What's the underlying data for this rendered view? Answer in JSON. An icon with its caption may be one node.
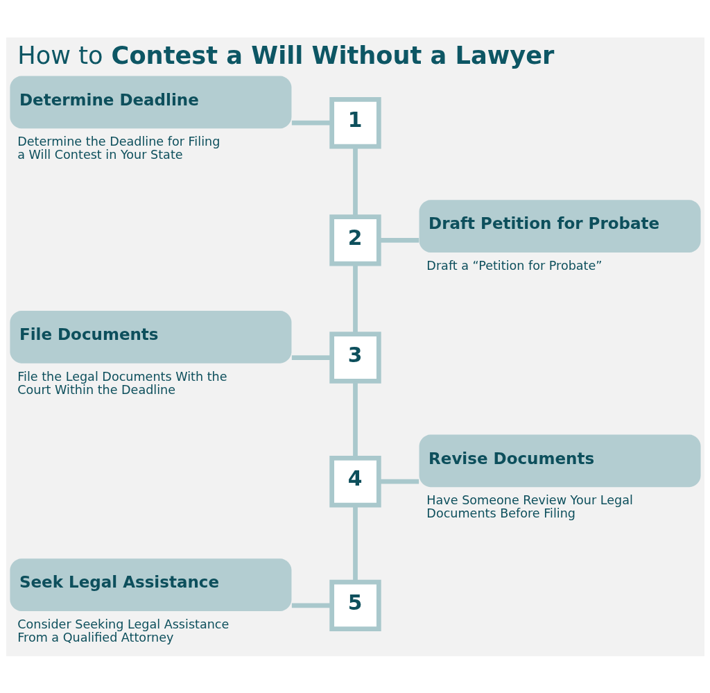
{
  "diagram": {
    "title": "How to **Contest a Will Without a Lawyer**",
    "nodes": [
      {
        "text": [
          "Determine Deadline"
        ],
        "beside": [
          "Determine the Deadline for Filing a Will Contest in Your State"
        ]
      },
      {
        "text": [
          "1"
        ]
      },
      {
        "text": [
          "2"
        ]
      },
      {
        "text": [
          "Draft Petition for Probate"
        ],
        "beside": [
          "Draft a “Petition for Probate”"
        ]
      },
      {
        "text": [
          "File Documents"
        ],
        "beside": [
          "File the Legal Documents With the Court Within the Deadline"
        ]
      },
      {
        "text": [
          "3"
        ]
      },
      {
        "text": [
          "4"
        ]
      },
      {
        "text": [
          "Revise Documents"
        ],
        "beside": [
          "Have Someone Review Your Legal Documents Before Filing"
        ]
      },
      {
        "text": [
          "Seek Legal Assistance"
        ],
        "beside": [
          "Consider Seeking Legal Assistance From a Qualified Attorney"
        ]
      },
      {
        "text": [
          "5"
        ]
      }
    ],
    "edges": [
      {
        "from": 0,
        "to": 1,
        "arrow": "none"
      },
      {
        "from": 1,
        "to": 2,
        "arrow": "none"
      },
      {
        "from": 2,
        "to": 3,
        "arrow": "none"
      },
      {
        "from": 2,
        "to": 5,
        "arrow": "none"
      },
      {
        "from": 4,
        "to": 5,
        "arrow": "none"
      },
      {
        "from": 5,
        "to": 6,
        "arrow": "none"
      },
      {
        "from": 6,
        "to": 7,
        "arrow": "none"
      },
      {
        "from": 6,
        "to": 9,
        "arrow": "none"
      },
      {
        "from": 8,
        "to": 9,
        "arrow": "none"
      }
    ]
  }
}
